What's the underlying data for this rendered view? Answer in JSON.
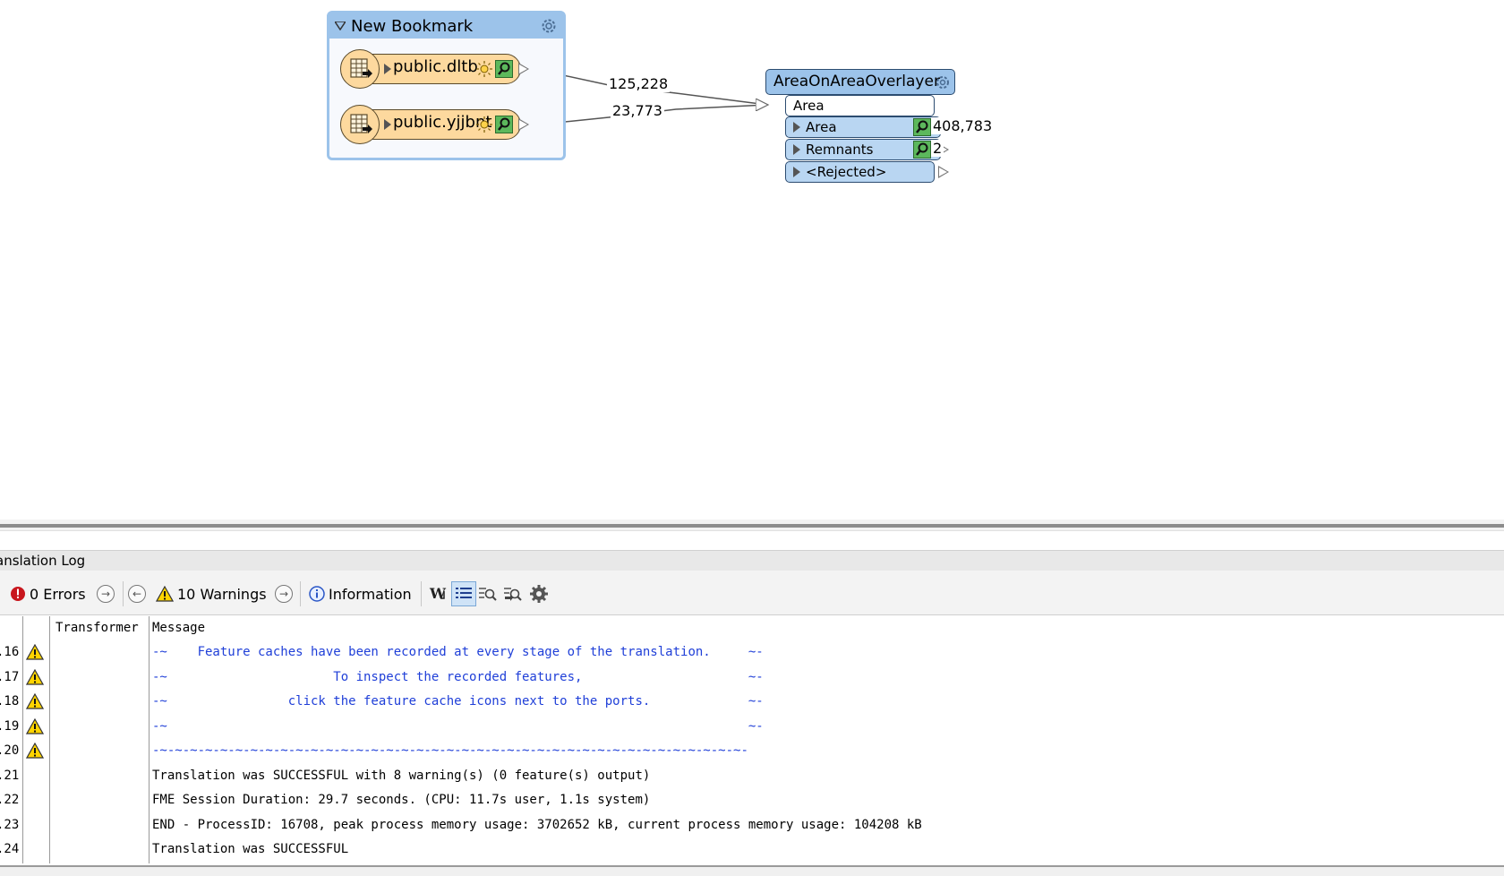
{
  "canvas": {
    "bookmark": {
      "title": "New Bookmark"
    },
    "readers": [
      {
        "label": "public.dltb",
        "count": "125,228"
      },
      {
        "label": "public.yjjbnt",
        "count": "23,773"
      }
    ],
    "transformer": {
      "name": "AreaOnAreaOverlayer",
      "input_port": "Area",
      "output_ports": [
        {
          "label": "Area",
          "count": "408,783"
        },
        {
          "label": "Remnants",
          "count": "2"
        },
        {
          "label": "<Rejected>",
          "count": ""
        }
      ]
    }
  },
  "log": {
    "title": "anslation Log",
    "toolbar": {
      "errors": "0 Errors",
      "warnings": "10 Warnings",
      "information": "Information"
    },
    "columns": {
      "transformer": "Transformer",
      "message": "Message"
    },
    "rows": [
      {
        "num": ".16",
        "warn": true,
        "msg": "-~    Feature caches have been recorded at every stage of the translation.     ~-",
        "blue": true
      },
      {
        "num": ".17",
        "warn": true,
        "msg": "-~                      To inspect the recorded features,                      ~-",
        "blue": true
      },
      {
        "num": ".18",
        "warn": true,
        "msg": "-~                click the feature cache icons next to the ports.             ~-",
        "blue": true
      },
      {
        "num": ".19",
        "warn": true,
        "msg": "-~                                                                             ~-",
        "blue": true
      },
      {
        "num": ".20",
        "warn": true,
        "msg": "-~-~-~-~-~-~-~-~-~-~-~-~-~-~-~-~-~-~-~-~-~-~-~-~-~-~-~-~-~-~-~-~-~-~-~-~-~-~-~-",
        "blue": true
      },
      {
        "num": ".21",
        "warn": false,
        "msg": "Translation was SUCCESSFUL with 8 warning(s) (0 feature(s) output)",
        "blue": false
      },
      {
        "num": ".22",
        "warn": false,
        "msg": "FME Session Duration: 29.7 seconds. (CPU: 11.7s user, 1.1s system)",
        "blue": false
      },
      {
        "num": ".23",
        "warn": false,
        "msg": "END - ProcessID: 16708, peak process memory usage: 3702652 kB, current process memory usage: 104208 kB",
        "blue": false
      },
      {
        "num": ".24",
        "warn": false,
        "msg": "Translation was SUCCESSFUL",
        "blue": false
      }
    ]
  },
  "colors": {
    "bookmark": "#9cc3ea",
    "reader": "#fdd99e",
    "transformer": "#9cc3ea",
    "log_blue": "#1f3fd8"
  }
}
